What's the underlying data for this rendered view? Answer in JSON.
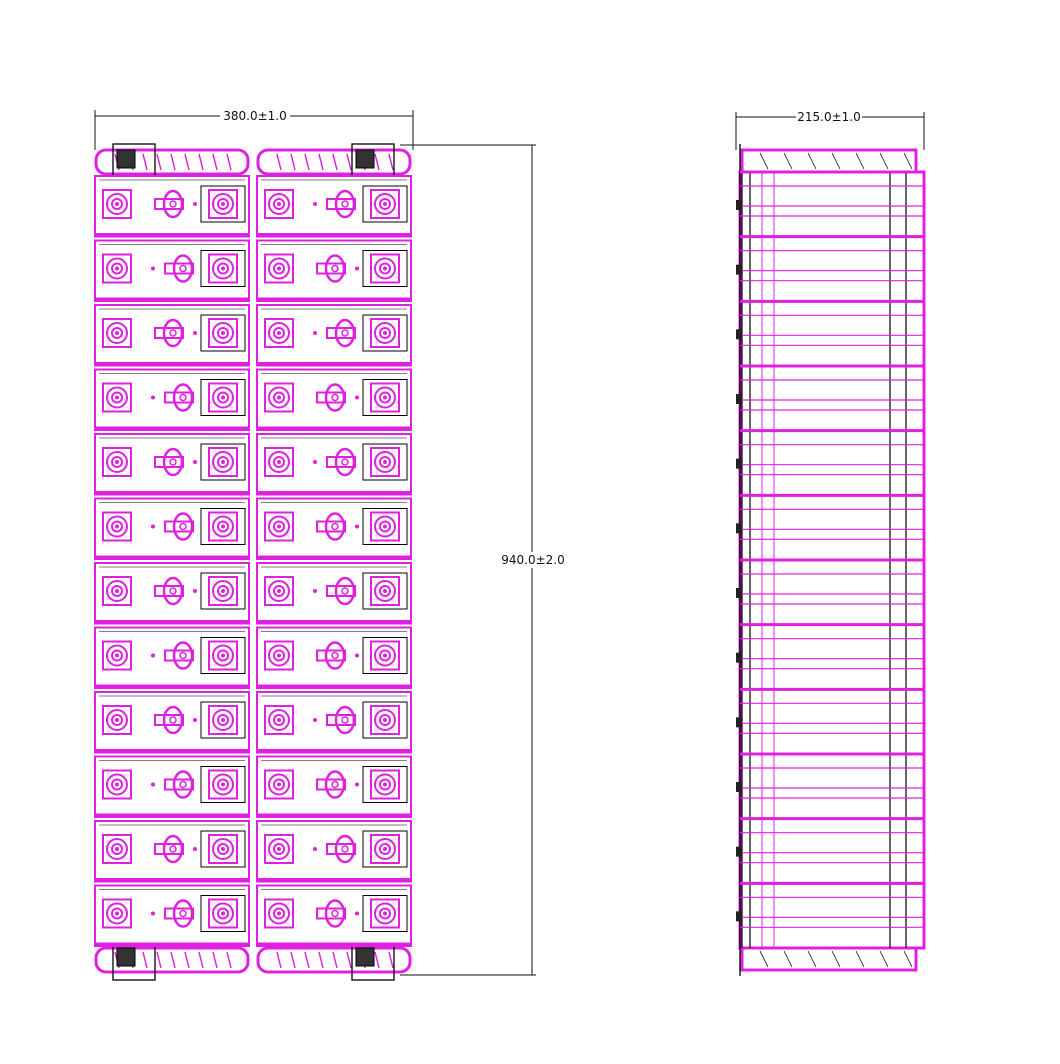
{
  "dimensions": {
    "width_label": "380.0±1.0",
    "height_label": "940.0±2.0",
    "depth_label": "215.0±1.0"
  },
  "colors": {
    "cell_outline": "#e020e0",
    "cell_fill": "#ffffff",
    "line": "#000000",
    "dimension": "#111111"
  },
  "views": {
    "front": {
      "columns": 2,
      "rows": 12
    },
    "side": {
      "rows": 12
    }
  }
}
